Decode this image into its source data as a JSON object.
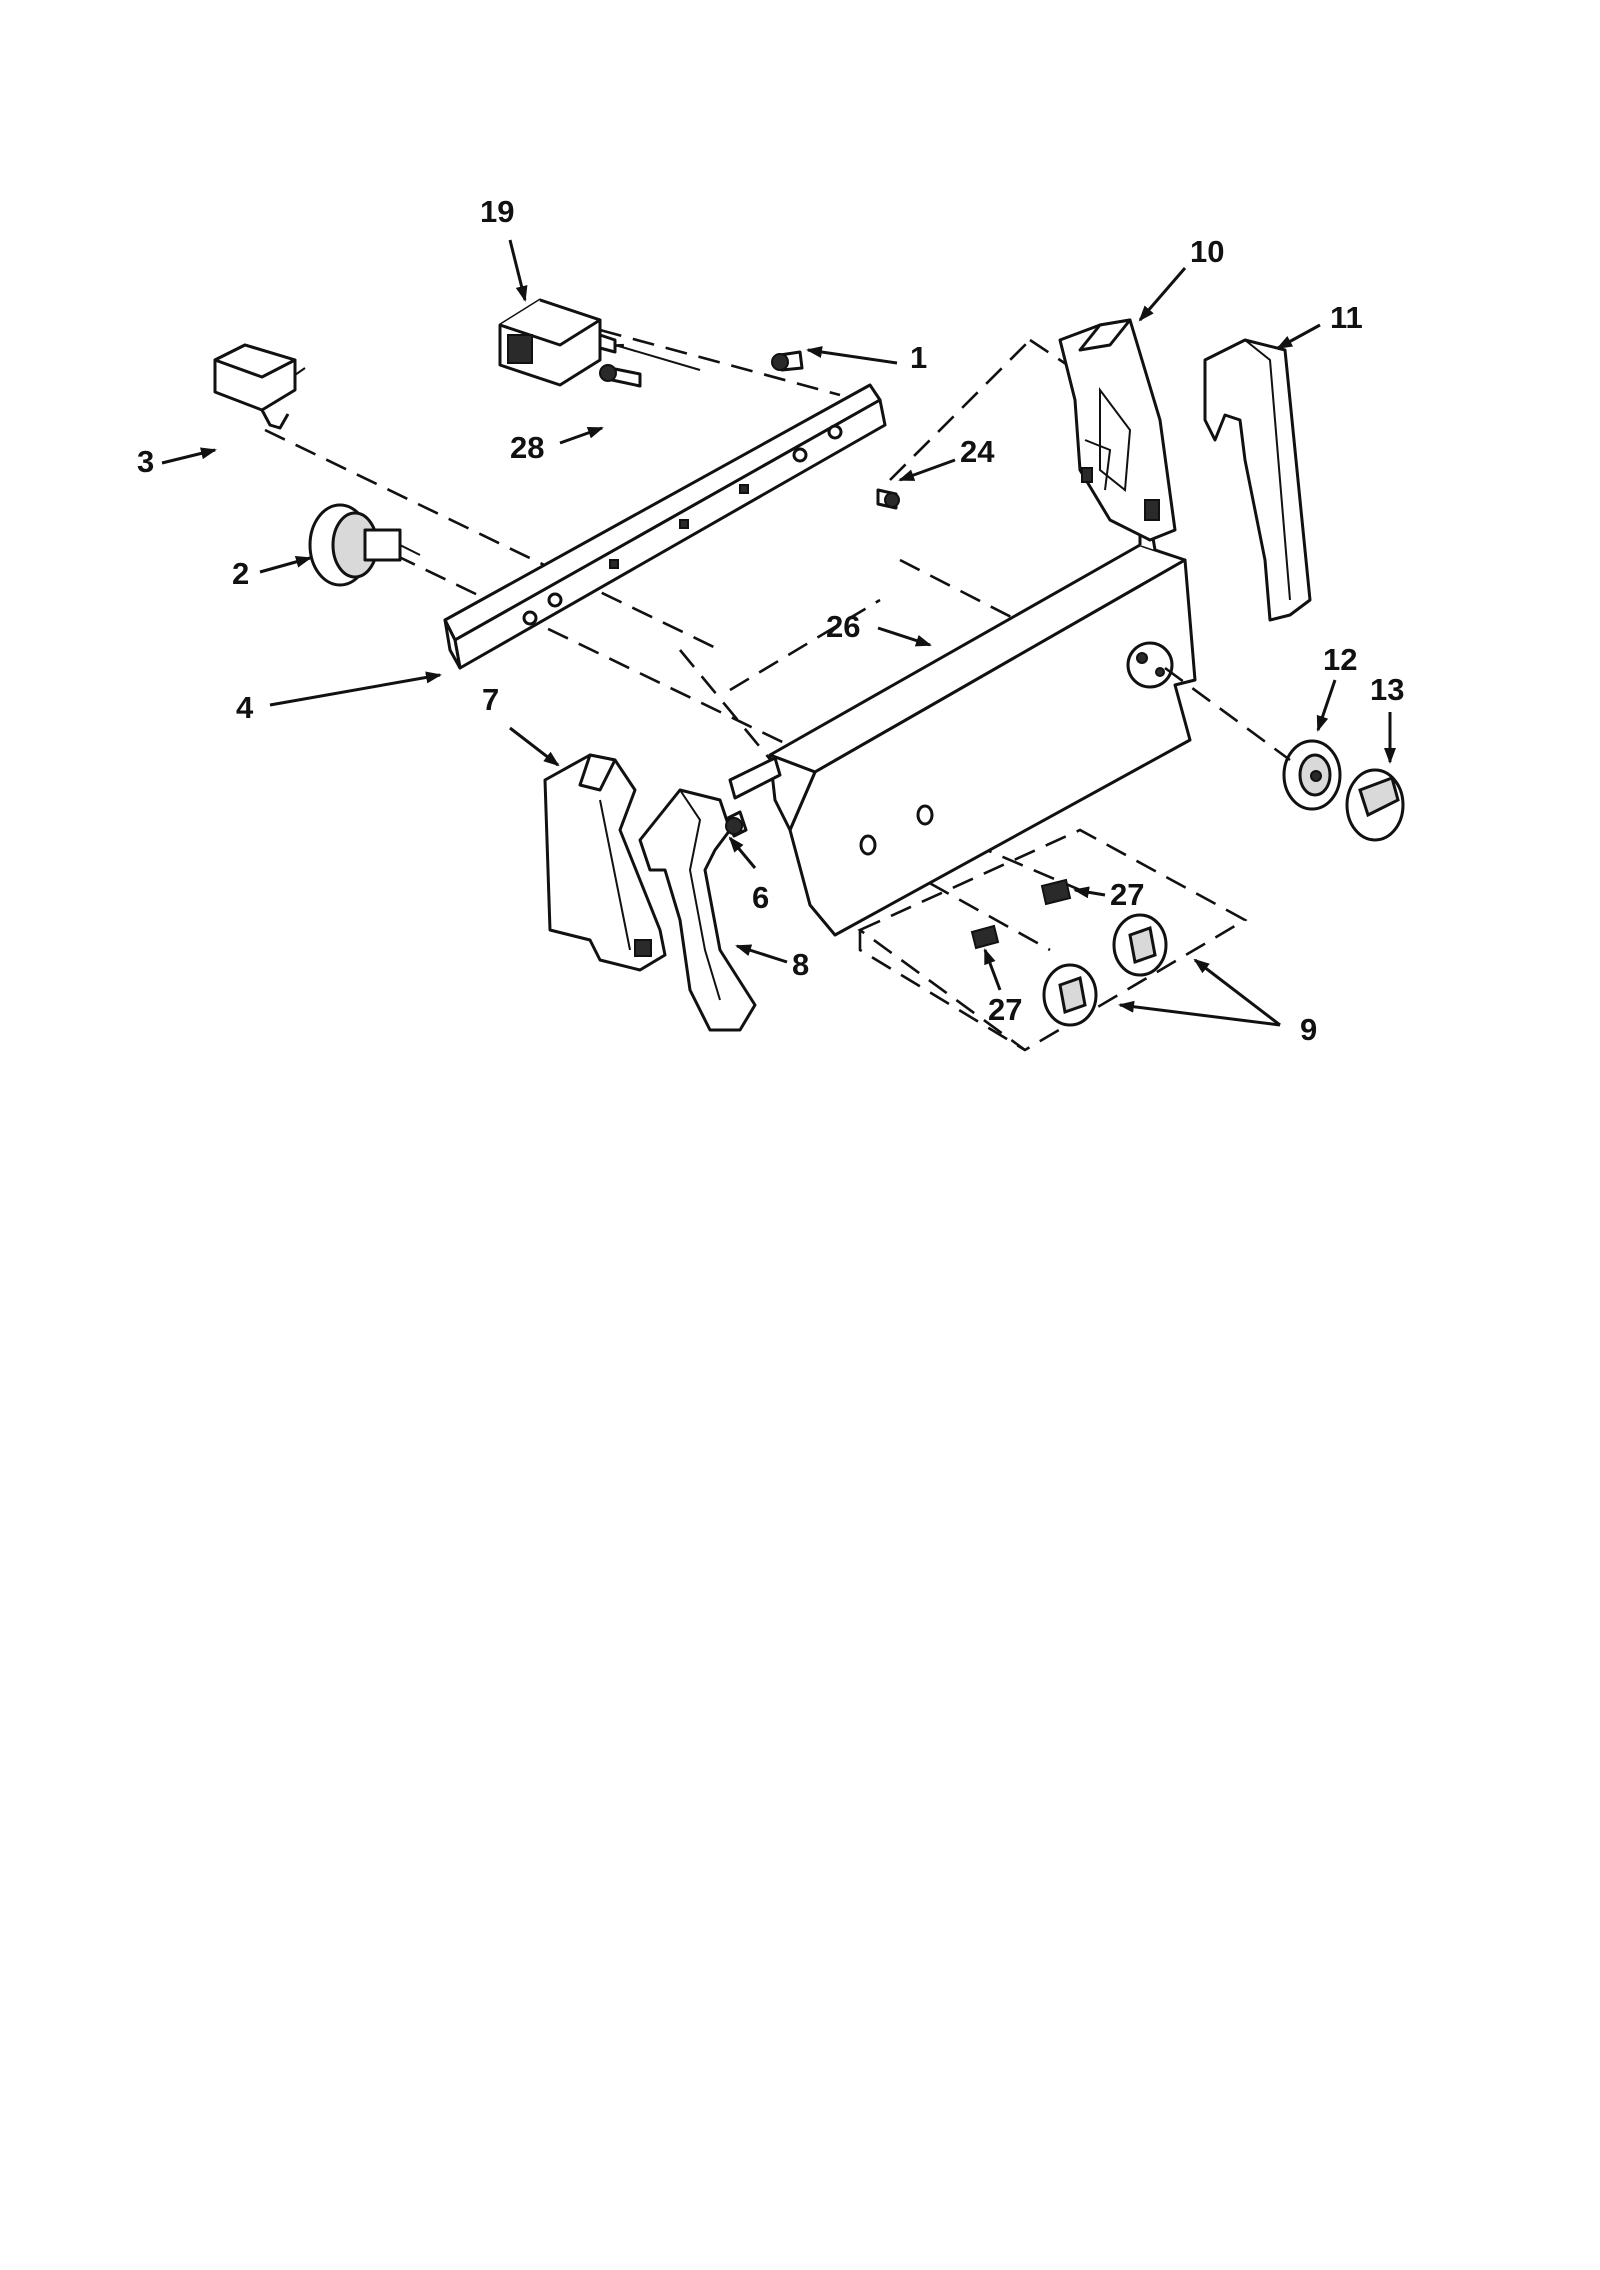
{
  "callouts": [
    {
      "id": "19",
      "label": "19"
    },
    {
      "id": "10",
      "label": "10"
    },
    {
      "id": "11",
      "label": "11"
    },
    {
      "id": "1",
      "label": "1"
    },
    {
      "id": "3",
      "label": "3"
    },
    {
      "id": "28",
      "label": "28"
    },
    {
      "id": "24",
      "label": "24"
    },
    {
      "id": "2",
      "label": "2"
    },
    {
      "id": "26",
      "label": "26"
    },
    {
      "id": "4",
      "label": "4"
    },
    {
      "id": "12",
      "label": "12"
    },
    {
      "id": "13",
      "label": "13"
    },
    {
      "id": "7",
      "label": "7"
    },
    {
      "id": "6",
      "label": "6"
    },
    {
      "id": "27a",
      "label": "27"
    },
    {
      "id": "8",
      "label": "8"
    },
    {
      "id": "27b",
      "label": "27"
    },
    {
      "id": "9",
      "label": "9"
    }
  ],
  "colors": {
    "ink": "#111111",
    "paper": "#ffffff"
  }
}
